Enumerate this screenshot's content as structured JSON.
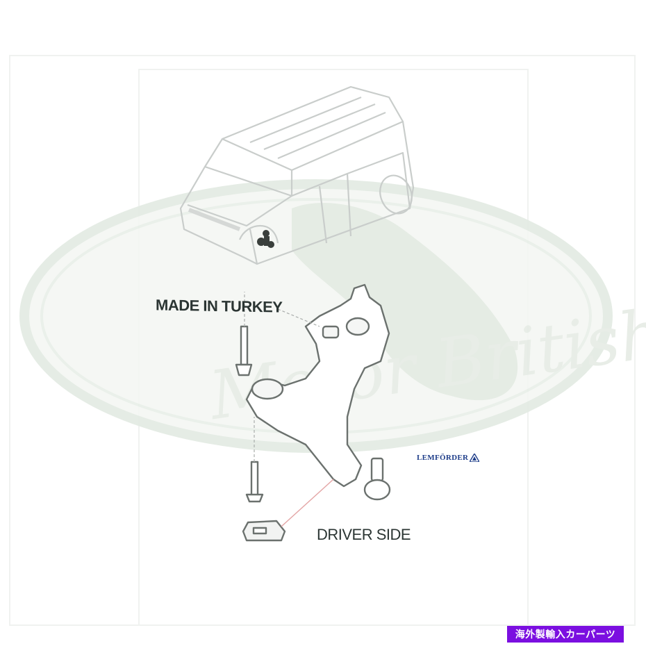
{
  "diagram": {
    "callouts": {
      "origin": "MADE IN TURKEY",
      "side": "DRIVER SIDE"
    },
    "manufacturer_logo": {
      "text": "LEMFÖRDER",
      "icon": "triangle-logo-icon",
      "color": "#1f3e8a"
    },
    "watermark": {
      "text": "Motor British",
      "shape": "oval-logo",
      "color": "#dfe8df"
    },
    "illustrations": [
      "vehicle-isometric-outline",
      "lower-control-arm",
      "bolt-upper",
      "bolt-lower",
      "bushing-clip"
    ]
  },
  "badge": {
    "text": "海外製輸入カーパーツ",
    "color": "#7b0fe0"
  }
}
